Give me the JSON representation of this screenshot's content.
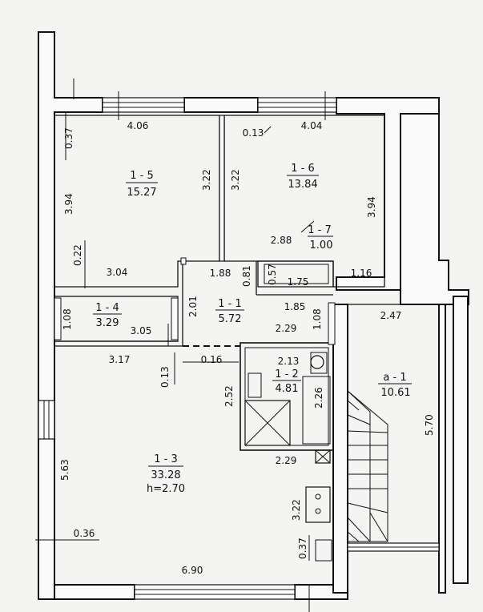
{
  "rooms": [
    {
      "id": "1 - 5",
      "area": "15.27"
    },
    {
      "id": "1 - 6",
      "area": "13.84"
    },
    {
      "id": "1 - 7",
      "area": "1.00"
    },
    {
      "id": "1 - 4",
      "area": "3.29"
    },
    {
      "id": "1 - 1",
      "area": "5.72"
    },
    {
      "id": "1 - 2",
      "area": "4.81"
    },
    {
      "id": "1 - 3",
      "area": "33.28",
      "height": "h=2.70"
    },
    {
      "id": "a - 1",
      "area": "10.61"
    }
  ],
  "dimensions": [
    "4.06",
    "0.13",
    "4.04",
    "0.37",
    "3.94",
    "3.22",
    "3.22",
    "3.94",
    "2.88",
    "0.22",
    "3.04",
    "1.88",
    "0.81",
    "0.57",
    "1.75",
    "1.16",
    "2.01",
    "1.85",
    "1.08",
    "2.47",
    "1.08",
    "3.05",
    "2.29",
    "3.17",
    "0.13",
    "0.16",
    "2.13",
    "2.52",
    "2.26",
    "5.70",
    "5.63",
    "2.29",
    "3.22",
    "0.36",
    "0.37",
    "6.90"
  ]
}
